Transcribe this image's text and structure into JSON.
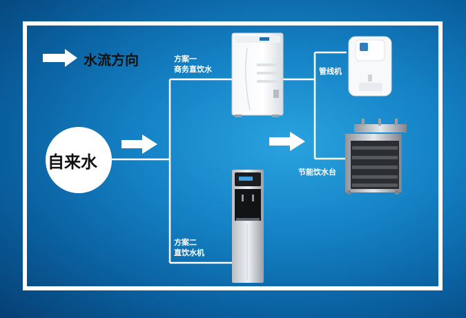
{
  "legend": {
    "label": "水流方向",
    "icon": "arrow-right-icon"
  },
  "source": {
    "label": "自来水"
  },
  "plan_one": {
    "line1": "方案一",
    "line2": "商务直饮水"
  },
  "plan_two": {
    "line1": "方案二",
    "line2": "直饮水机"
  },
  "outputs": {
    "pipeline_unit": "管线机",
    "drinking_station": "节能饮水台"
  },
  "colors": {
    "background": "#1481c4",
    "frame": "#ffffff",
    "lines": "#ffffff"
  }
}
